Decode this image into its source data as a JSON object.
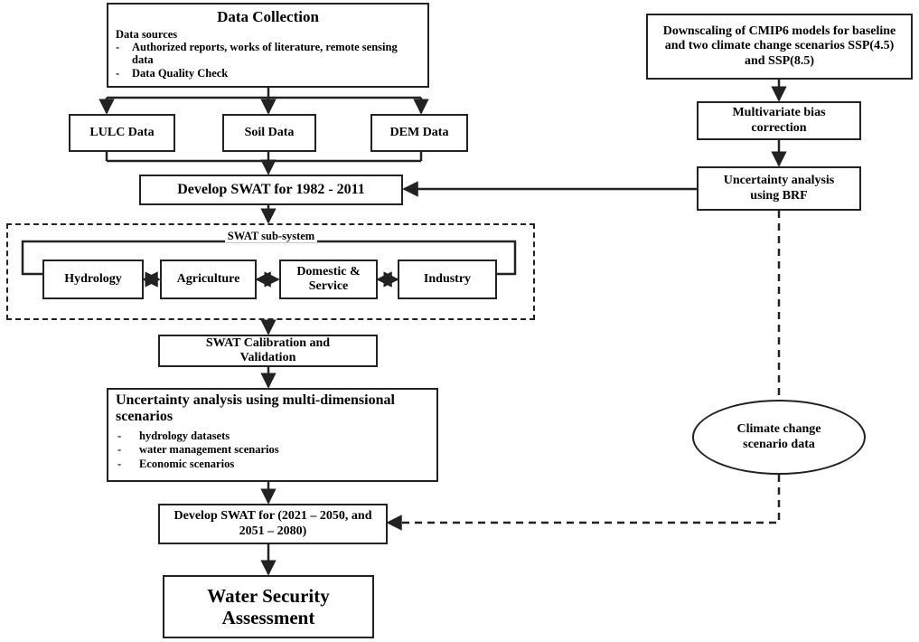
{
  "data_collection": {
    "title": "Data Collection",
    "sources_label": "Data sources",
    "items": [
      "Authorized reports, works of literature, remote sensing data",
      "Data Quality Check"
    ]
  },
  "inputs": {
    "lulc": "LULC Data",
    "soil": "Soil Data",
    "dem": "DEM Data"
  },
  "develop_swat_baseline": "Develop SWAT for 1982 - 2011",
  "subsystem": {
    "title": "SWAT sub-system",
    "hydrology": "Hydrology",
    "agriculture": "Agriculture",
    "domestic": "Domestic & Service",
    "industry": "Industry"
  },
  "calibration": "SWAT Calibration and Validation",
  "uncertainty_multi": {
    "title": "Uncertainty analysis using multi-dimensional scenarios",
    "items": [
      "hydrology datasets",
      "water management scenarios",
      "Economic scenarios"
    ]
  },
  "develop_swat_future": "Develop SWAT for (2021 – 2050, and 2051 – 2080)",
  "water_security": "Water Security Assessment",
  "downscaling": "Downscaling of CMIP6 models for baseline and two climate change scenarios SSP(4.5) and SSP(8.5)",
  "bias_correction": "Multivariate bias correction",
  "uncertainty_brf": "Uncertainty analysis using BRF",
  "climate_data": "Climate change scenario data"
}
